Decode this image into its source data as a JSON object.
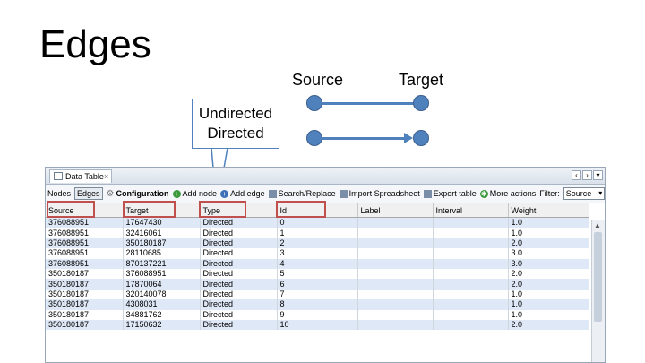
{
  "slide": {
    "title": "Edges",
    "legend": {
      "source": "Source",
      "target": "Target"
    },
    "callout": {
      "line1": "Undirected",
      "line2": "Directed"
    },
    "colors": {
      "accent": "#4f81bd",
      "highlight": "#c0504d"
    }
  },
  "panel": {
    "tab_label": "Data Table",
    "tab_close": "×",
    "toolbar": {
      "nodes_label": "Nodes",
      "edges_label": "Edges",
      "configuration_label": "Configuration",
      "add_node_label": "Add node",
      "add_edge_label": "Add edge",
      "search_replace_label": "Search/Replace",
      "import_label": "Import Spreadsheet",
      "export_label": "Export table",
      "more_actions_label": "More actions",
      "filter_label": "Filter:",
      "filter_value": "Source"
    },
    "columns": [
      "Source",
      "Target",
      "Type",
      "Id",
      "Label",
      "Interval",
      "Weight"
    ],
    "rows": [
      [
        "376088951",
        "17647430",
        "Directed",
        "0",
        "",
        "",
        "1.0"
      ],
      [
        "376088951",
        "32416061",
        "Directed",
        "1",
        "",
        "",
        "1.0"
      ],
      [
        "376088951",
        "350180187",
        "Directed",
        "2",
        "",
        "",
        "2.0"
      ],
      [
        "376088951",
        "28110685",
        "Directed",
        "3",
        "",
        "",
        "3.0"
      ],
      [
        "376088951",
        "870137221",
        "Directed",
        "4",
        "",
        "",
        "3.0"
      ],
      [
        "350180187",
        "376088951",
        "Directed",
        "5",
        "",
        "",
        "2.0"
      ],
      [
        "350180187",
        "17870064",
        "Directed",
        "6",
        "",
        "",
        "2.0"
      ],
      [
        "350180187",
        "320140078",
        "Directed",
        "7",
        "",
        "",
        "1.0"
      ],
      [
        "350180187",
        "4308031",
        "Directed",
        "8",
        "",
        "",
        "1.0"
      ],
      [
        "350180187",
        "34881762",
        "Directed",
        "9",
        "",
        "",
        "1.0"
      ],
      [
        "350180187",
        "17150632",
        "Directed",
        "10",
        "",
        "",
        "2.0"
      ]
    ]
  }
}
